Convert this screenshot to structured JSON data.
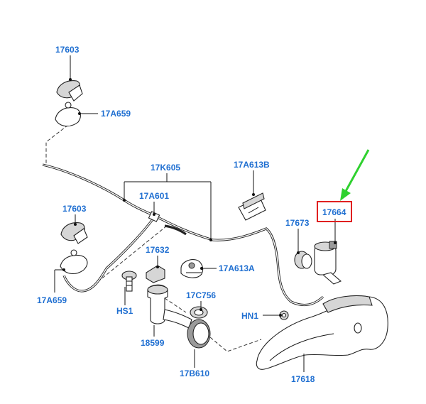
{
  "labels": {
    "p17603_top": "17603",
    "p17A659_top": "17A659",
    "p17K605": "17K605",
    "p17A613B": "17A613B",
    "p17A601": "17A601",
    "p17603_mid": "17603",
    "p17664": "17664",
    "p17673": "17673",
    "p17632": "17632",
    "p17A613A": "17A613A",
    "p17A659_bot": "17A659",
    "pHS1": "HS1",
    "p17C756": "17C756",
    "pHN1": "HN1",
    "p18599": "18599",
    "p17B610": "17B610",
    "p17618": "17618"
  },
  "colors": {
    "label": "#1f6fd1",
    "highlight_box": "#e02020",
    "arrow": "#2fd12f",
    "line": "#222222"
  }
}
